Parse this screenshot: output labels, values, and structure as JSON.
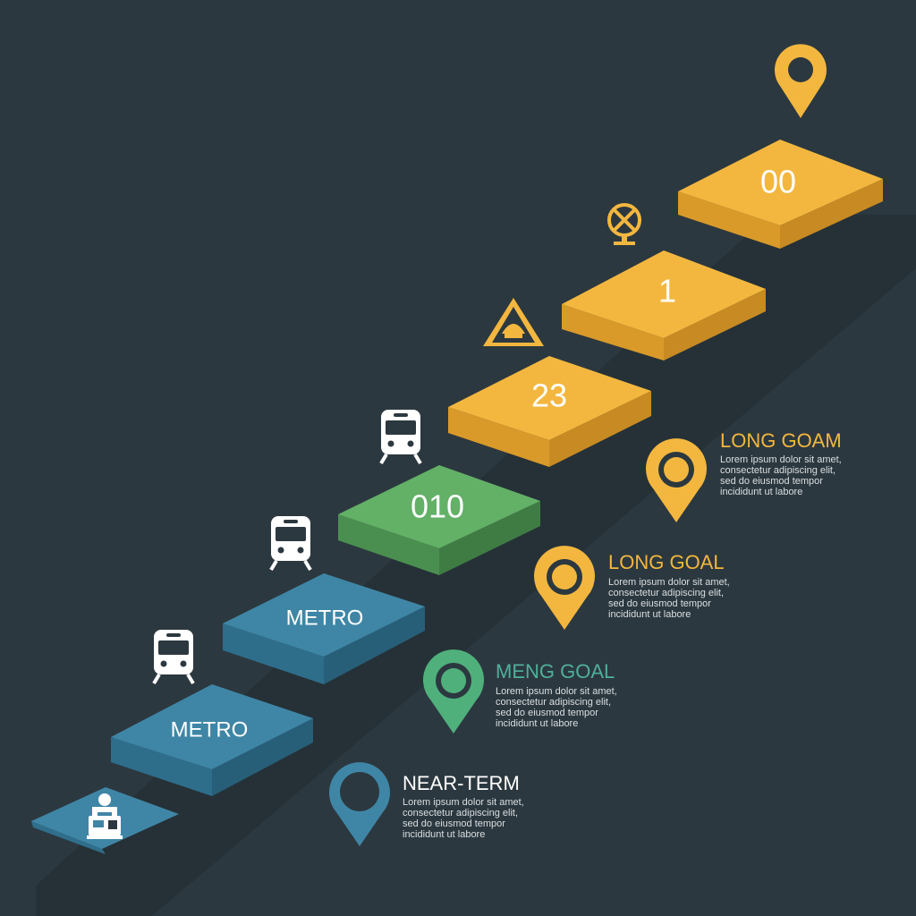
{
  "colors": {
    "background": "#2c383f",
    "yellow": "#f3b73f",
    "green": "#63b067",
    "blue": "#3f86a6",
    "teal": "#3c9a86",
    "white": "#ffffff"
  },
  "steps": [
    {
      "label": "",
      "icon": "worker-icon"
    },
    {
      "label": "METRO",
      "icon": "train-icon"
    },
    {
      "label": "METRO",
      "icon": "train-icon"
    },
    {
      "label": "010",
      "icon": "train-icon"
    },
    {
      "label": "23",
      "icon": "warning-sign-icon"
    },
    {
      "label": "1",
      "icon": "signal-icon"
    },
    {
      "label": "00",
      "icon": "map-pin-icon"
    }
  ],
  "goals": [
    {
      "title": "LONG GOAM",
      "lines": [
        "Lorem ipsum dolor sit amet,",
        "consectetur adipiscing elit,",
        "sed do eiusmod tempor",
        "incididunt ut labore"
      ]
    },
    {
      "title": "LONG GOAL",
      "lines": [
        "Lorem ipsum dolor sit amet,",
        "consectetur adipiscing elit,",
        "sed do eiusmod tempor",
        "incididunt ut labore"
      ]
    },
    {
      "title": "MENG GOAL",
      "lines": [
        "Lorem ipsum dolor sit amet,",
        "consectetur adipiscing elit,",
        "sed do eiusmod tempor",
        "incididunt ut labore"
      ]
    },
    {
      "title": "NEAR-TERM",
      "lines": [
        "Lorem ipsum dolor sit amet,",
        "consectetur adipiscing elit,",
        "sed do eiusmod tempor",
        "incididunt ut labore"
      ]
    }
  ]
}
